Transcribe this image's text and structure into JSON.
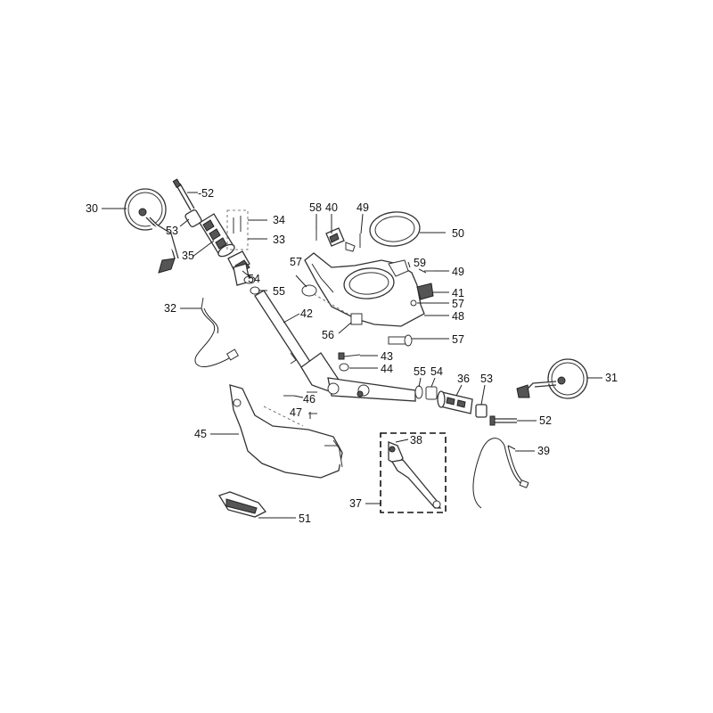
{
  "callouts": [
    {
      "id": "30",
      "text": "30"
    },
    {
      "id": "52a",
      "text": "-52"
    },
    {
      "id": "53a",
      "text": "53"
    },
    {
      "id": "35",
      "text": "35"
    },
    {
      "id": "34",
      "text": "34"
    },
    {
      "id": "33",
      "text": "33"
    },
    {
      "id": "54a",
      "text": "54"
    },
    {
      "id": "55a",
      "text": "55"
    },
    {
      "id": "32",
      "text": "32"
    },
    {
      "id": "42",
      "text": "42"
    },
    {
      "id": "58",
      "text": "58"
    },
    {
      "id": "40",
      "text": "40"
    },
    {
      "id": "49a",
      "text": "49"
    },
    {
      "id": "50",
      "text": "50"
    },
    {
      "id": "57a",
      "text": "57"
    },
    {
      "id": "59",
      "text": "59"
    },
    {
      "id": "49b",
      "text": "49"
    },
    {
      "id": "41",
      "text": "41"
    },
    {
      "id": "57b",
      "text": "57"
    },
    {
      "id": "48",
      "text": "48"
    },
    {
      "id": "56",
      "text": "56"
    },
    {
      "id": "57c",
      "text": "57"
    },
    {
      "id": "43",
      "text": "43"
    },
    {
      "id": "44",
      "text": "44"
    },
    {
      "id": "55b",
      "text": "55"
    },
    {
      "id": "54b",
      "text": "54"
    },
    {
      "id": "36",
      "text": "36"
    },
    {
      "id": "53b",
      "text": "53"
    },
    {
      "id": "31",
      "text": "31"
    },
    {
      "id": "46",
      "text": "46"
    },
    {
      "id": "47",
      "text": "47"
    },
    {
      "id": "45",
      "text": "45"
    },
    {
      "id": "38",
      "text": "38"
    },
    {
      "id": "39",
      "text": "39"
    },
    {
      "id": "52b",
      "text": "52"
    },
    {
      "id": "37",
      "text": "37"
    },
    {
      "id": "51",
      "text": "51"
    }
  ]
}
